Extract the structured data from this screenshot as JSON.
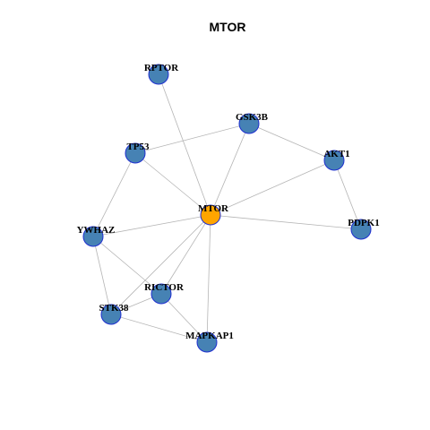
{
  "title": "MTOR",
  "colors": {
    "center_node": "#ffa500",
    "node": "#4682b4",
    "node_border": "#1f2fd0",
    "edge": "#b5b5b5"
  },
  "nodes": [
    {
      "id": "MTOR",
      "label": "MTOR",
      "role": "center"
    },
    {
      "id": "RPTOR",
      "label": "RPTOR",
      "role": "neighbor"
    },
    {
      "id": "GSK3B",
      "label": "GSK3B",
      "role": "neighbor"
    },
    {
      "id": "TP53",
      "label": "TP53",
      "role": "neighbor"
    },
    {
      "id": "AKT1",
      "label": "AKT1",
      "role": "neighbor"
    },
    {
      "id": "YWHAZ",
      "label": "YWHAZ",
      "role": "neighbor"
    },
    {
      "id": "PDPK1",
      "label": "PDPK1",
      "role": "neighbor"
    },
    {
      "id": "RICTOR",
      "label": "RICTOR",
      "role": "neighbor"
    },
    {
      "id": "STK38",
      "label": "STK38",
      "role": "neighbor"
    },
    {
      "id": "MAPKAP1",
      "label": "MAPKAP1",
      "role": "neighbor"
    }
  ],
  "edges": [
    [
      "MTOR",
      "RPTOR"
    ],
    [
      "MTOR",
      "GSK3B"
    ],
    [
      "MTOR",
      "TP53"
    ],
    [
      "MTOR",
      "AKT1"
    ],
    [
      "MTOR",
      "YWHAZ"
    ],
    [
      "MTOR",
      "PDPK1"
    ],
    [
      "MTOR",
      "RICTOR"
    ],
    [
      "MTOR",
      "STK38"
    ],
    [
      "MTOR",
      "MAPKAP1"
    ],
    [
      "TP53",
      "GSK3B"
    ],
    [
      "TP53",
      "YWHAZ"
    ],
    [
      "GSK3B",
      "AKT1"
    ],
    [
      "AKT1",
      "PDPK1"
    ],
    [
      "YWHAZ",
      "STK38"
    ],
    [
      "YWHAZ",
      "RICTOR"
    ],
    [
      "RICTOR",
      "STK38"
    ],
    [
      "RICTOR",
      "MAPKAP1"
    ],
    [
      "STK38",
      "MAPKAP1"
    ]
  ]
}
